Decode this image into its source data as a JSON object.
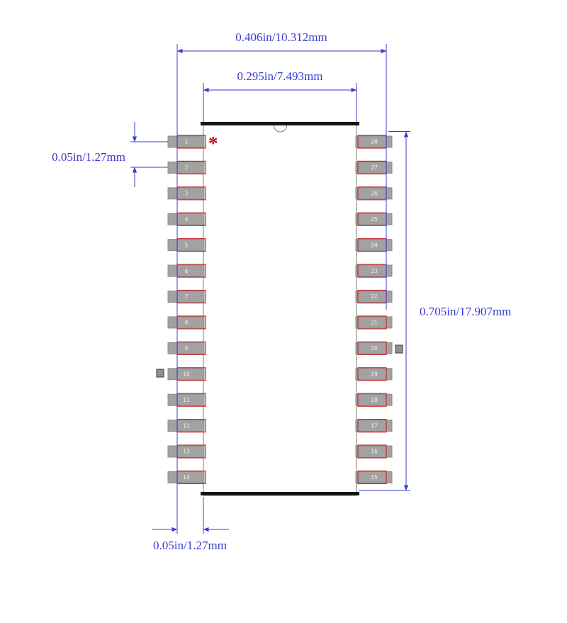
{
  "diagram": {
    "pin1_marker": "*",
    "dimensions": {
      "overall_width": "0.406in/10.312mm",
      "body_width": "0.295in/7.493mm",
      "pin_pitch": "0.05in/1.27mm",
      "pad_offset": "0.05in/1.27mm",
      "body_height": "0.705in/17.907mm"
    },
    "pins": {
      "left": [
        "1",
        "2",
        "3",
        "4",
        "5",
        "6",
        "7",
        "8",
        "9",
        "10",
        "11",
        "12",
        "13",
        "14"
      ],
      "right": [
        "28",
        "27",
        "26",
        "25",
        "24",
        "23",
        "22",
        "21",
        "20",
        "19",
        "18",
        "17",
        "16",
        "15"
      ]
    },
    "colors": {
      "dimension": "#3b3bd0",
      "lead_outline": "#c62a2a",
      "pad_fill": "#a2a2a2",
      "pin1_marker": "#cc0000",
      "body_line": "#161616",
      "outline": "#7a7a7a"
    }
  }
}
